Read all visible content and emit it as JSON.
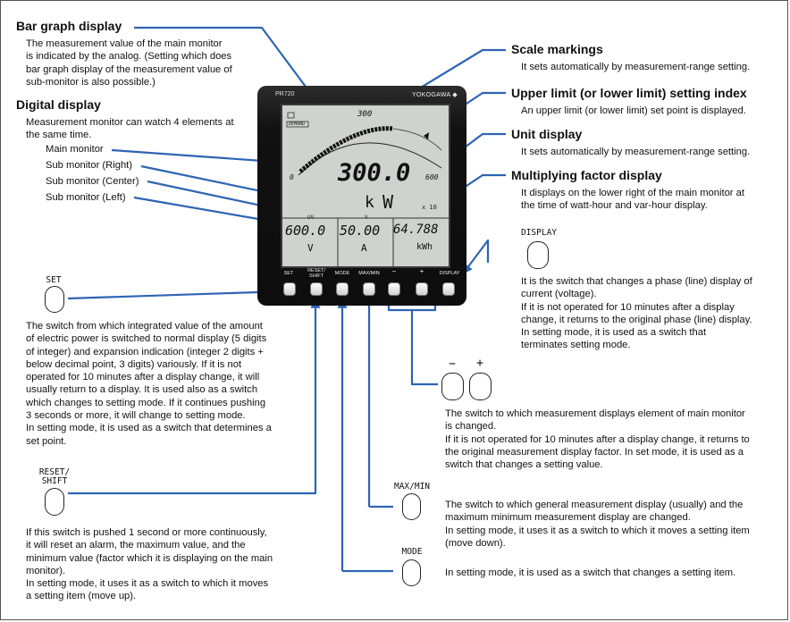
{
  "bar_graph": {
    "title": "Bar graph display",
    "desc": [
      "The measurement value of the main monitor",
      "is indicated by the analog. (Setting which does",
      "bar graph display of the measurement value of",
      "sub-monitor is also possible.)"
    ]
  },
  "digital": {
    "title": "Digital display",
    "desc": [
      "Measurement monitor can watch 4 elements at",
      "the same time."
    ],
    "items": [
      "Main monitor",
      "Sub monitor (Right)",
      "Sub monitor (Center)",
      "Sub monitor (Left)"
    ]
  },
  "scale": {
    "title": "Scale markings",
    "desc": [
      "It sets automatically by measurement-range setting."
    ]
  },
  "upper": {
    "title": "Upper limit (or lower limit) setting index",
    "desc": [
      "An upper limit (or lower limit) set point is displayed."
    ]
  },
  "unit": {
    "title": "Unit display",
    "desc": [
      "It sets automatically by measurement-range setting."
    ]
  },
  "mult": {
    "title": "Multiplying factor display",
    "desc": [
      "It displays on the lower right of the main monitor at",
      "the time of watt-hour and var-hour display."
    ]
  },
  "display_sw": {
    "label": "DISPLAY",
    "desc": [
      "It is the switch that changes a phase (line) display of",
      "current (voltage).",
      "If it is not operated for 10 minutes after a display",
      "change, it returns to the original phase (line) display.",
      "In setting mode, it is used as a switch that",
      "terminates setting mode."
    ]
  },
  "set_sw": {
    "label": "SET",
    "desc": [
      "The switch from which integrated value of the amount",
      "of electric power is switched to normal display (5 digits",
      "of integer) and expansion indication (integer 2 digits +",
      "below decimal point, 3 digits) variously. If it is not",
      "operated for 10 minutes after a display change, it will",
      "usually return to a display.  It is used also as a switch",
      "which changes to setting mode.  If it continues pushing",
      "3 seconds or more, it will change to setting mode.",
      "In setting mode, it is used as a switch that determines a",
      "set point."
    ]
  },
  "plusminus_sw": {
    "minus": "−",
    "plus": "+",
    "desc": [
      "The switch to which measurement displays element of main monitor",
      "is changed.",
      "If it is not operated for 10 minutes after a display change, it returns to",
      "the original measurement display factor.  In set mode, it is used as a",
      "switch that changes a setting value."
    ]
  },
  "reset_sw": {
    "label1": "RESET/",
    "label2": "SHIFT",
    "desc": [
      "If this switch is pushed 1 second or more continuously,",
      "it will reset an alarm, the maximum value, and the",
      "minimum value (factor which it is displaying on the main",
      "monitor).",
      "In setting mode, it uses it as a switch to which it moves",
      "a setting item (move up)."
    ]
  },
  "maxmin_sw": {
    "label": "MAX/MIN",
    "desc": [
      "The switch to which general measurement display (usually) and the",
      "maximum minimum measurement display are changed.",
      "In setting mode, it uses it as a switch to which it moves a setting item",
      "(move down)."
    ]
  },
  "mode_sw": {
    "label": "MODE",
    "desc": [
      "In setting mode, it is used as a switch that changes a setting item."
    ]
  },
  "device": {
    "model": "PR720",
    "maker": "YOKOGAWA ◆",
    "lcd": {
      "scale_top": "300",
      "demand": "DEMAND",
      "scale_left": "0",
      "scale_right": "600",
      "main_value": "300.0",
      "unit_k": "k",
      "unit_w": "W",
      "mult": "x 10",
      "sub_left_value": "600.0",
      "sub_left_tag": "UV",
      "sub_left_unit": "V",
      "sub_center_value": "50.00",
      "sub_center_tag": "V",
      "sub_center_unit": "A",
      "sub_right_value": "64.788",
      "sub_right_unit": "kWh"
    },
    "keys": [
      "SET",
      "RESET/ SHIFT",
      "MODE",
      "MAX/MIN",
      "−",
      "+",
      "DISPLAY"
    ]
  }
}
